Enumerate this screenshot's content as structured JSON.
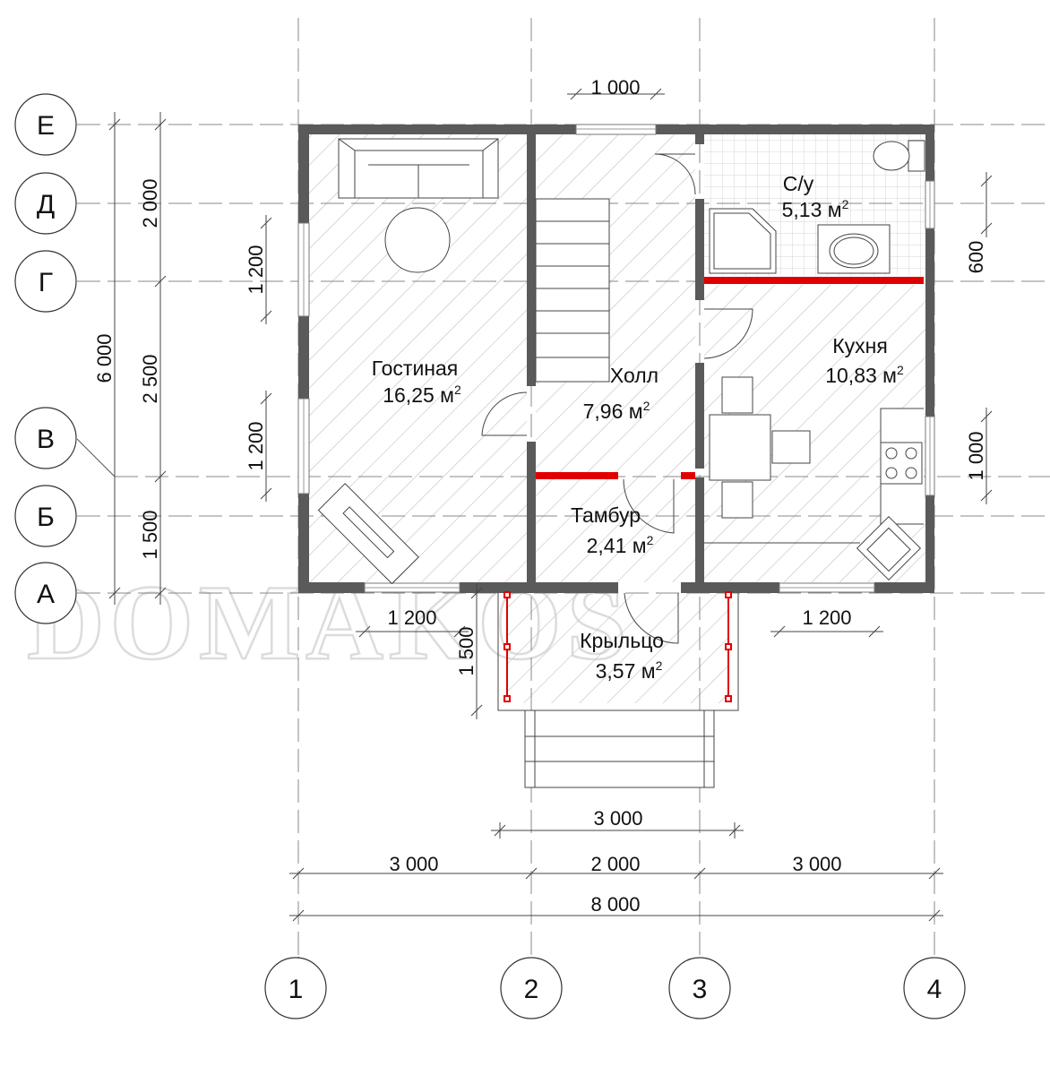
{
  "axes_letters": [
    "Е",
    "Д",
    "Г",
    "В",
    "Б",
    "А"
  ],
  "axes_numbers": [
    "1",
    "2",
    "3",
    "4"
  ],
  "rooms": {
    "living": {
      "name": "Гостиная",
      "area": "16,25 м",
      "sup": "2"
    },
    "hall": {
      "name": "Холл",
      "area": "7,96 м",
      "sup": "2"
    },
    "bath": {
      "name": "С/у",
      "area": "5,13 м",
      "sup": "2"
    },
    "kitchen": {
      "name": "Кухня",
      "area": "10,83 м",
      "sup": "2"
    },
    "vestibule": {
      "name": "Тамбур",
      "area": "2,41 м",
      "sup": "2"
    },
    "porch": {
      "name": "Крыльцо",
      "area": "3,57 м",
      "sup": "2"
    }
  },
  "dims": {
    "top_window": "1 000",
    "left_total": "6 000",
    "left_seg_1": "2 000",
    "left_seg_2": "2 500",
    "left_seg_3": "1 500",
    "win_left_1": "1 200",
    "win_left_2": "1 200",
    "right_win_1": "600",
    "right_win_2": "1 000",
    "bottom_win_left": "1 200",
    "bottom_win_right": "1 200",
    "porch_depth": "1 500",
    "porch_width": "3 000",
    "bottom_seg_1": "3 000",
    "bottom_seg_2": "2 000",
    "bottom_seg_3": "3 000",
    "bottom_total": "8 000"
  },
  "watermark": "DOMAKOS",
  "colors": {
    "wall": "#5a5a5a",
    "partition": "#e00000",
    "hatch": "#c4c4c4",
    "grid": "#888888"
  }
}
